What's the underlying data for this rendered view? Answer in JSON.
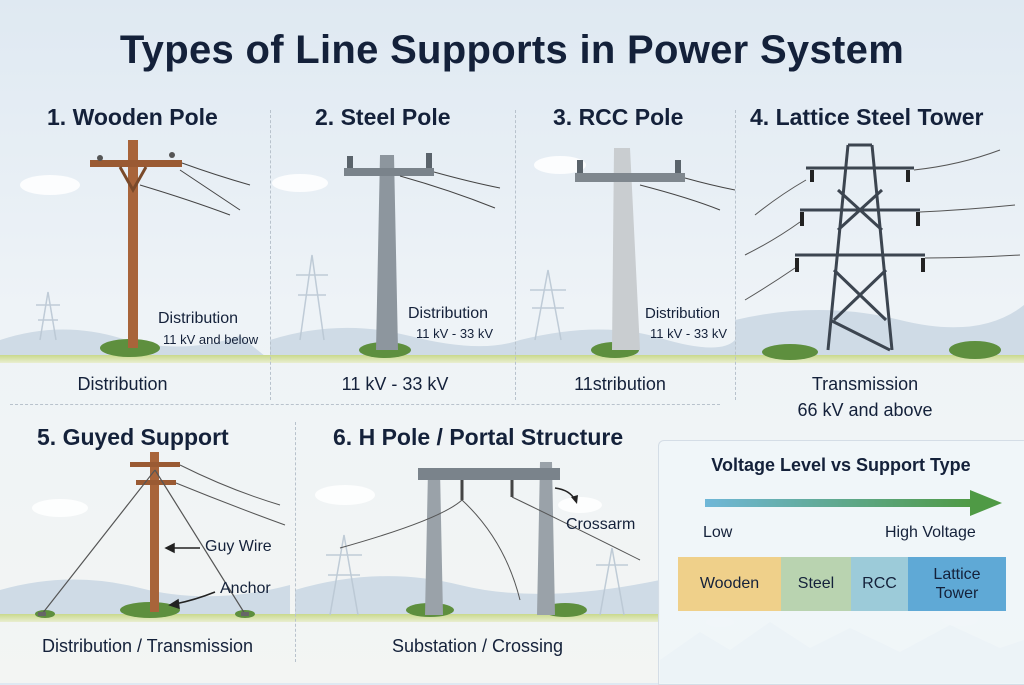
{
  "title": "Types of Line Supports in Power System",
  "panels": [
    {
      "heading": "1. Wooden Pole",
      "label_main": "Distribution",
      "label_sub": "11 kV and below",
      "caption": "Distribution"
    },
    {
      "heading": "2. Steel Pole",
      "label_main": "Distribution",
      "label_sub": "11 kV - 33 kV",
      "caption": "11 kV - 33 kV"
    },
    {
      "heading": "3. RCC Pole",
      "label_main": "Distribution",
      "label_sub": "11 kV - 33 kV",
      "caption": "11stribution"
    },
    {
      "heading": "4. Lattice Steel Tower",
      "caption_line1": "Transmission",
      "caption_line2": "66 kV and above"
    },
    {
      "heading": "5. Guyed Support",
      "guy_wire_label": "Guy Wire",
      "anchor_label": "Anchor",
      "caption": "Distribution / Transmission"
    },
    {
      "heading": "6. H Pole / Portal Structure",
      "crossarm_label": "Crossarm",
      "caption": "Substation / Crossing"
    }
  ],
  "legend": {
    "title": "Voltage Level vs Support Type",
    "low_label": "Low",
    "high_label": "High Voltage",
    "segments": [
      {
        "label": "Wooden",
        "color": "#efd08a"
      },
      {
        "label": "Steel",
        "color": "#b9d3b0"
      },
      {
        "label": "RCC",
        "color": "#9ccbd9"
      },
      {
        "label_line1": "Lattice",
        "label_line2": "Tower",
        "color": "#5fa9d6"
      }
    ],
    "arrow_colors": [
      "#6fb7d8",
      "#4f9a45"
    ]
  }
}
